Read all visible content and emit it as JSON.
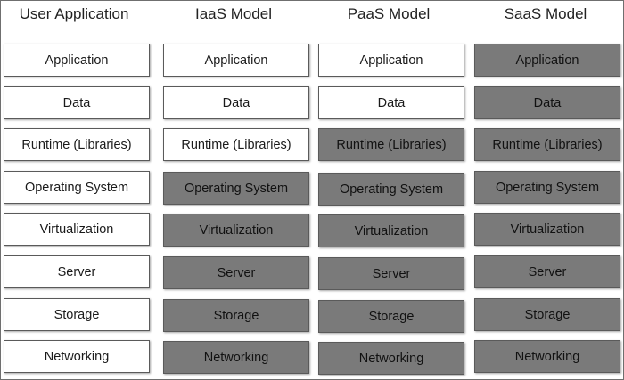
{
  "colors": {
    "self_managed": "#ffffff",
    "provider_managed": "#7a7a7a",
    "border": "#5a5a5a"
  },
  "columns": [
    {
      "title": "User Application",
      "layers": [
        {
          "label": "Application",
          "managed": false
        },
        {
          "label": "Data",
          "managed": false
        },
        {
          "label": "Runtime (Libraries)",
          "managed": false
        },
        {
          "label": "Operating System",
          "managed": false
        },
        {
          "label": "Virtualization",
          "managed": false
        },
        {
          "label": "Server",
          "managed": false
        },
        {
          "label": "Storage",
          "managed": false
        },
        {
          "label": "Networking",
          "managed": false
        }
      ]
    },
    {
      "title": "IaaS Model",
      "layers": [
        {
          "label": "Application",
          "managed": false
        },
        {
          "label": "Data",
          "managed": false
        },
        {
          "label": "Runtime (Libraries)",
          "managed": false
        },
        {
          "label": "Operating System",
          "managed": true
        },
        {
          "label": "Virtualization",
          "managed": true
        },
        {
          "label": "Server",
          "managed": true
        },
        {
          "label": "Storage",
          "managed": true
        },
        {
          "label": "Networking",
          "managed": true
        }
      ]
    },
    {
      "title": "PaaS Model",
      "layers": [
        {
          "label": "Application",
          "managed": false
        },
        {
          "label": "Data",
          "managed": false
        },
        {
          "label": "Runtime (Libraries)",
          "managed": true
        },
        {
          "label": "Operating System",
          "managed": true
        },
        {
          "label": "Virtualization",
          "managed": true
        },
        {
          "label": "Server",
          "managed": true
        },
        {
          "label": "Storage",
          "managed": true
        },
        {
          "label": "Networking",
          "managed": true
        }
      ]
    },
    {
      "title": "SaaS Model",
      "layers": [
        {
          "label": "Application",
          "managed": true
        },
        {
          "label": "Data",
          "managed": true
        },
        {
          "label": "Runtime (Libraries)",
          "managed": true
        },
        {
          "label": "Operating System",
          "managed": true
        },
        {
          "label": "Virtualization",
          "managed": true
        },
        {
          "label": "Server",
          "managed": true
        },
        {
          "label": "Storage",
          "managed": true
        },
        {
          "label": "Networking",
          "managed": true
        }
      ]
    }
  ]
}
